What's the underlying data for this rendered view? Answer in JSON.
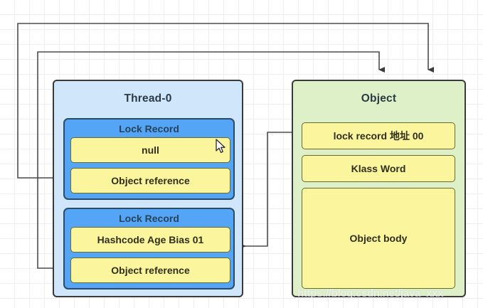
{
  "diagram": {
    "title_thread": "Thread-0",
    "title_object": "Object",
    "watermark": "https://blog.csdn.net/java_xxx",
    "colors": {
      "thread_fill": "#cfe6fb",
      "object_fill": "#ddf0c8",
      "lock_record_fill": "#54a5f5",
      "slot_fill": "#fbf59e",
      "border": "#3a3a3a",
      "connector": "#4d4d4d",
      "grid": "#eeeeee"
    },
    "thread": {
      "label": "Thread-0",
      "lock_records": [
        {
          "label": "Lock Record",
          "slots": [
            {
              "text": "null"
            },
            {
              "text": "Object reference"
            }
          ]
        },
        {
          "label": "Lock Record",
          "slots": [
            {
              "text": "Hashcode Age Bias 01"
            },
            {
              "text": "Object reference"
            }
          ]
        }
      ]
    },
    "object": {
      "label": "Object",
      "rows": [
        {
          "text": "lock record 地址 00"
        },
        {
          "text": "Klass Word"
        },
        {
          "text": "Object body"
        }
      ]
    },
    "connectors": [
      {
        "name": "object-ref-1-to-object",
        "from": "thread.lock_records.0.slots.1",
        "to": "object",
        "arrow": "down"
      },
      {
        "name": "object-ref-2-to-object",
        "from": "thread.lock_records.1.slots.1",
        "to": "object",
        "arrow": "down"
      },
      {
        "name": "mark-word-to-lock-record-2",
        "from": "object.rows.0",
        "to": "thread.lock_records.1",
        "arrow": "left"
      }
    ]
  }
}
